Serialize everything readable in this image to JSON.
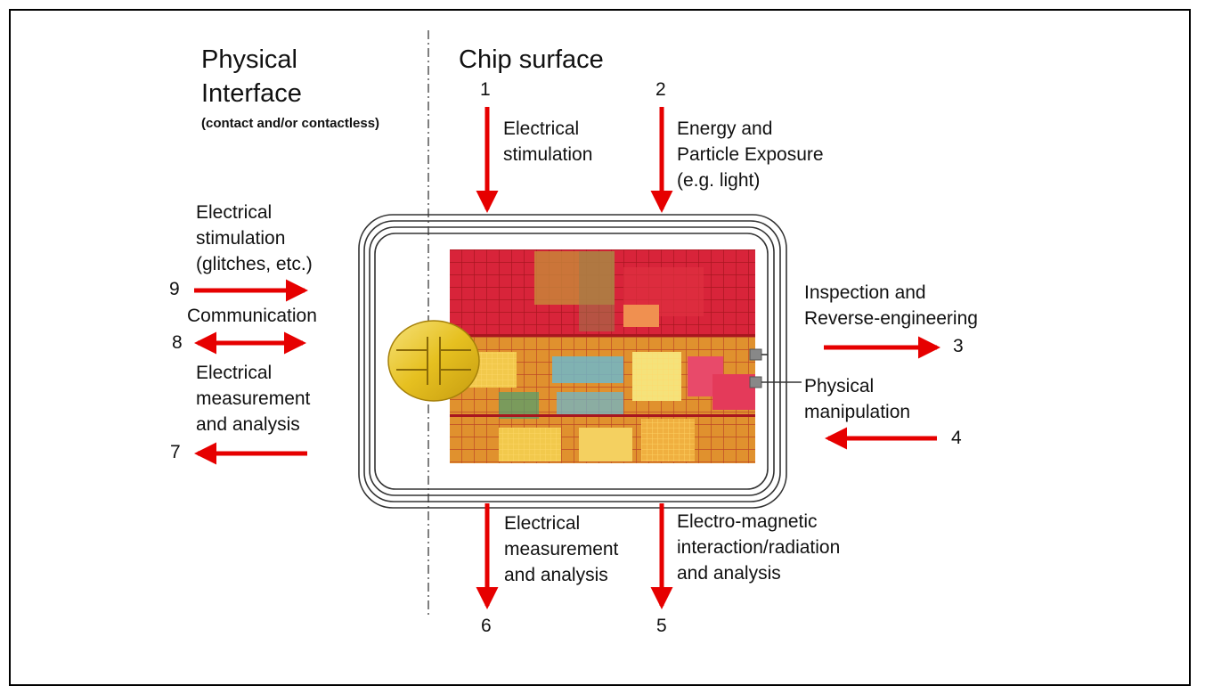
{
  "headers": {
    "physical_title_line1": "Physical",
    "physical_title_line2": "Interface",
    "physical_subtitle": "(contact and/or contactless)",
    "chip_title": "Chip surface"
  },
  "attacks": {
    "a1": {
      "number": "1",
      "label_line1": "Electrical",
      "label_line2": "stimulation"
    },
    "a2": {
      "number": "2",
      "label_line1": "Energy and",
      "label_line2": "Particle Exposure",
      "label_line3": "(e.g. light)"
    },
    "a3": {
      "number": "3",
      "label_line1": "Inspection and",
      "label_line2": "Reverse-engineering"
    },
    "a4": {
      "number": "4",
      "label_line1": "Physical",
      "label_line2": "manipulation"
    },
    "a5": {
      "number": "5",
      "label_line1": "Electro-magnetic",
      "label_line2": "interaction/radiation",
      "label_line3": "and analysis"
    },
    "a6": {
      "number": "6",
      "label_line1": "Electrical",
      "label_line2": "measurement",
      "label_line3": "and analysis"
    },
    "a7": {
      "number": "7",
      "label_line1": "Electrical",
      "label_line2": "measurement",
      "label_line3": "and analysis"
    },
    "a8": {
      "number": "8",
      "label_line1": "Communication"
    },
    "a9": {
      "number": "9",
      "label_line1": "Electrical",
      "label_line2": "stimulation",
      "label_line3": "(glitches, etc.)"
    }
  },
  "colors": {
    "arrow": "#e60000",
    "coil": "#333333",
    "die_red": "#d8243a",
    "die_orange": "#e8862a",
    "die_yellow": "#f2c94c",
    "contact_gold": "#e6c020"
  },
  "icons": {
    "chip_die": "chip-die-image",
    "contact_pad": "smartcard-contact-pad",
    "antenna": "antenna-coil"
  }
}
